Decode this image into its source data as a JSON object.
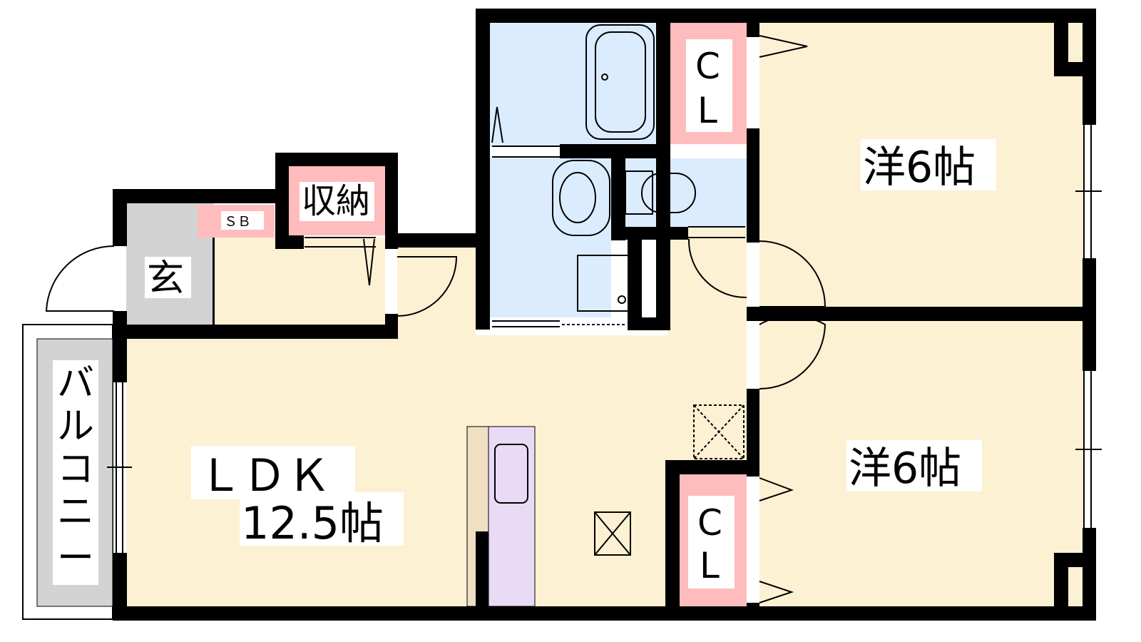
{
  "title": "Floor plan 2LDK",
  "rooms": {
    "bedroom_upper": {
      "name": "洋6帖"
    },
    "bedroom_lower": {
      "name": "洋6帖"
    },
    "closet_upper": {
      "name_line1": "C",
      "name_line2": "L"
    },
    "closet_lower": {
      "name_line1": "C",
      "name_line2": "L"
    },
    "storage": {
      "name": "収納"
    },
    "shoe_box": {
      "name": "ＳＢ"
    },
    "entrance": {
      "name": "玄"
    },
    "balcony": {
      "chars": [
        "バ",
        "ル",
        "コ",
        "ニ",
        "ー"
      ]
    },
    "ldk": {
      "name": "ＬＤＫ",
      "size": "12.5帖"
    }
  },
  "colors": {
    "floor": "#fdf1d3",
    "wet_area": "#dcecff",
    "closet": "#ffbcbc",
    "entrance": "#d3d3d3",
    "kitchen": "#e9dbf6",
    "counter": "#f1dfc4",
    "wall": "#000000"
  }
}
